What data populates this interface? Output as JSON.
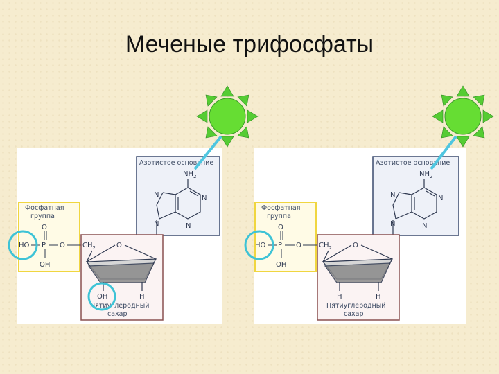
{
  "slide": {
    "title": "Меченые трифосфаты"
  },
  "panels": [
    {
      "base_label": "Азотистое основание",
      "phosphate_label_line1": "Фосфатная",
      "phosphate_label_line2": "группа",
      "sugar_label_line1": "Пятиуглеродный",
      "sugar_label_line2": "сахар",
      "base_amine": "NH",
      "base_amine_sub": "2",
      "ring_n": "N",
      "phosphate_ho": "HO",
      "phosphate_p": "P",
      "phosphate_o": "O",
      "phosphate_oh": "OH",
      "ch2": "CH",
      "ch2_sub": "2",
      "ring_o": "O",
      "sugar_3prime": "OH",
      "sugar_2prime": "H"
    },
    {
      "base_label": "Азотистое основание",
      "phosphate_label_line1": "Фосфатная",
      "phosphate_label_line2": "группа",
      "sugar_label_line1": "Пятиуглеродный",
      "sugar_label_line2": "сахар",
      "base_amine": "NH",
      "base_amine_sub": "2",
      "ring_n": "N",
      "phosphate_ho": "HO",
      "phosphate_p": "P",
      "phosphate_o": "O",
      "phosphate_oh": "OH",
      "ch2": "CH",
      "ch2_sub": "2",
      "ring_o": "O",
      "sugar_3prime": "H",
      "sugar_2prime": "H"
    }
  ],
  "colors": {
    "sun_fill": "#66dd33",
    "ray_fill": "#55cc33",
    "marker_line": "#4fc6e0",
    "highlight_circle": "#3ec3d6",
    "phosphate_box": "#f0d640",
    "base_box": "#3a4a6e",
    "sugar_box": "#8a5050"
  }
}
